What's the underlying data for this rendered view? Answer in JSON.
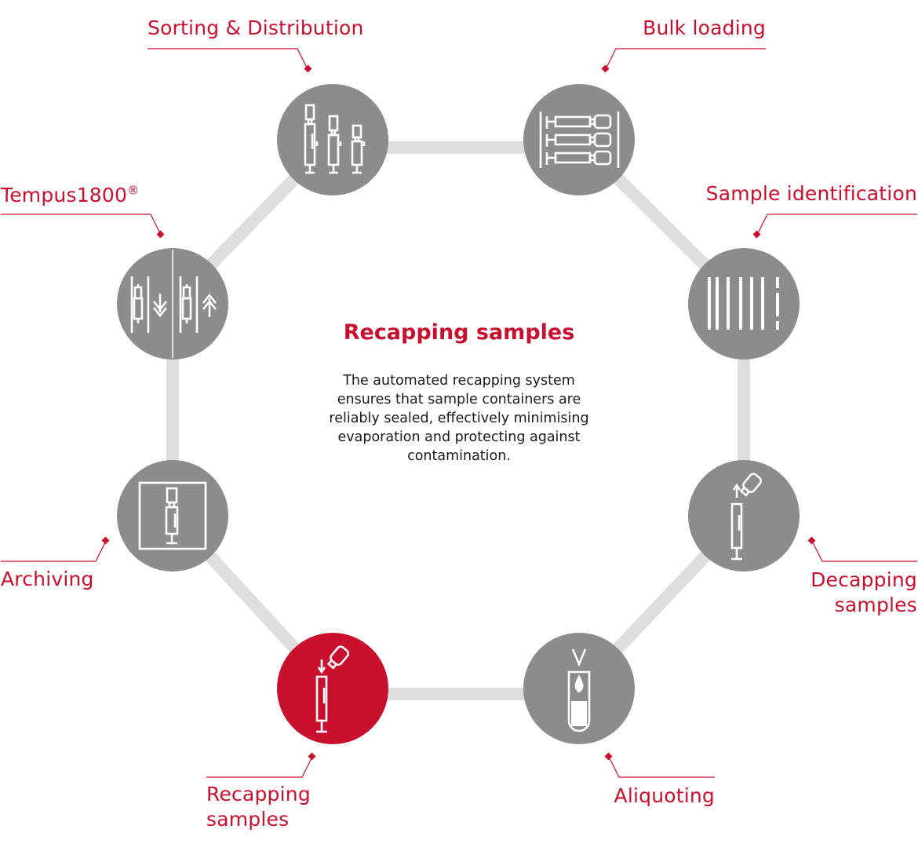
{
  "colors": {
    "accent": "#c8102e",
    "node": "#8c8c8c",
    "ring": "#dedede",
    "icon": "#ffffff"
  },
  "center": {
    "title": "Recapping samples",
    "description": "The automated recapping system ensures that sample containers are reliably sealed, effectively minimising evaporation and protecting against contamination."
  },
  "stations": [
    {
      "id": "sorting",
      "label": "Sorting & Distribution",
      "icon": "three-tubes-icon",
      "active": false
    },
    {
      "id": "bulk",
      "label": "Bulk loading",
      "icon": "tube-rack-icon",
      "active": false
    },
    {
      "id": "identification",
      "label": "Sample identification",
      "icon": "barcode-icon",
      "active": false
    },
    {
      "id": "decapping",
      "label_lines": [
        "Decapping",
        "samples"
      ],
      "icon": "decap-tube-icon",
      "active": false
    },
    {
      "id": "aliquoting",
      "label": "Aliquoting",
      "icon": "aliquot-tube-icon",
      "active": false
    },
    {
      "id": "recapping",
      "label_lines": [
        "Recapping",
        "samples"
      ],
      "icon": "recap-tube-icon",
      "active": true
    },
    {
      "id": "archiving",
      "label": "Archiving",
      "icon": "archive-box-icon",
      "active": false
    },
    {
      "id": "tempus",
      "label": "Tempus1800",
      "label_sup": "®",
      "icon": "tube-transfer-icon",
      "active": false
    }
  ]
}
